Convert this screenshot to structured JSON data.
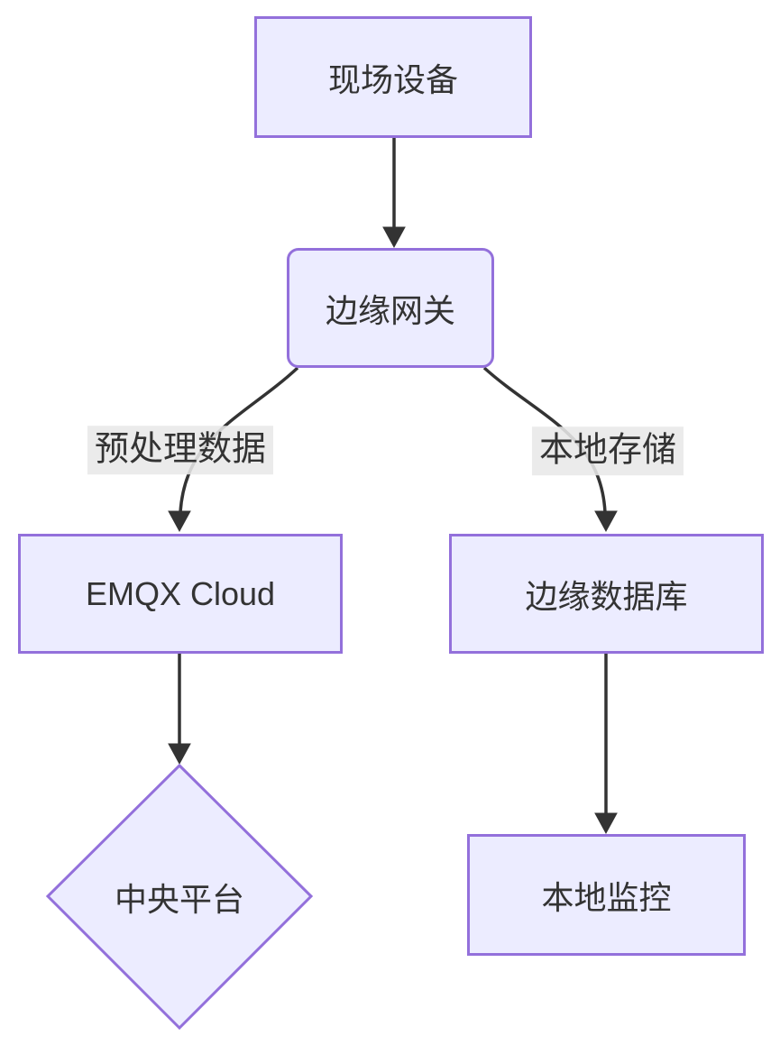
{
  "diagram": {
    "type": "flowchart-top-down",
    "colors": {
      "background": "#FFFFFF",
      "node_fill": "#ECECFF",
      "node_border": "#9370DB",
      "edge_stroke": "#333333",
      "text": "#333333",
      "edge_label_bg": "#E8E8E8"
    },
    "nodes": [
      {
        "id": "field-device",
        "label": "现场设备",
        "shape": "rect"
      },
      {
        "id": "edge-gateway",
        "label": "边缘网关",
        "shape": "rounded-rect"
      },
      {
        "id": "emqx-cloud",
        "label": "EMQX Cloud",
        "shape": "rect"
      },
      {
        "id": "edge-database",
        "label": "边缘数据库",
        "shape": "rect"
      },
      {
        "id": "central-platform",
        "label": "中央平台",
        "shape": "diamond"
      },
      {
        "id": "local-monitor",
        "label": "本地监控",
        "shape": "rect"
      }
    ],
    "edges": [
      {
        "from": "field-device",
        "to": "edge-gateway"
      },
      {
        "from": "edge-gateway",
        "to": "emqx-cloud",
        "label": "预处理数据"
      },
      {
        "from": "edge-gateway",
        "to": "edge-database",
        "label": "本地存储"
      },
      {
        "from": "emqx-cloud",
        "to": "central-platform"
      },
      {
        "from": "edge-database",
        "to": "local-monitor"
      }
    ]
  }
}
